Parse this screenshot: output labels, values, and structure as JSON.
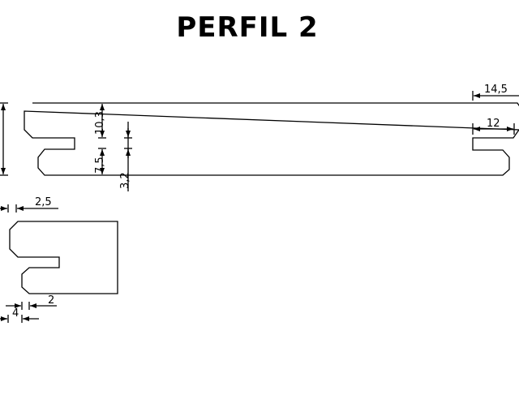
{
  "title": "PERFIL 2",
  "dimensions": {
    "groove_top": "10,3",
    "groove_bottom": "7,5",
    "tongue_gap": "3,2",
    "right_total": "14,5",
    "right_tongue": "12",
    "small_top": "2,5",
    "small_mid": "2",
    "small_bottom": "4"
  }
}
